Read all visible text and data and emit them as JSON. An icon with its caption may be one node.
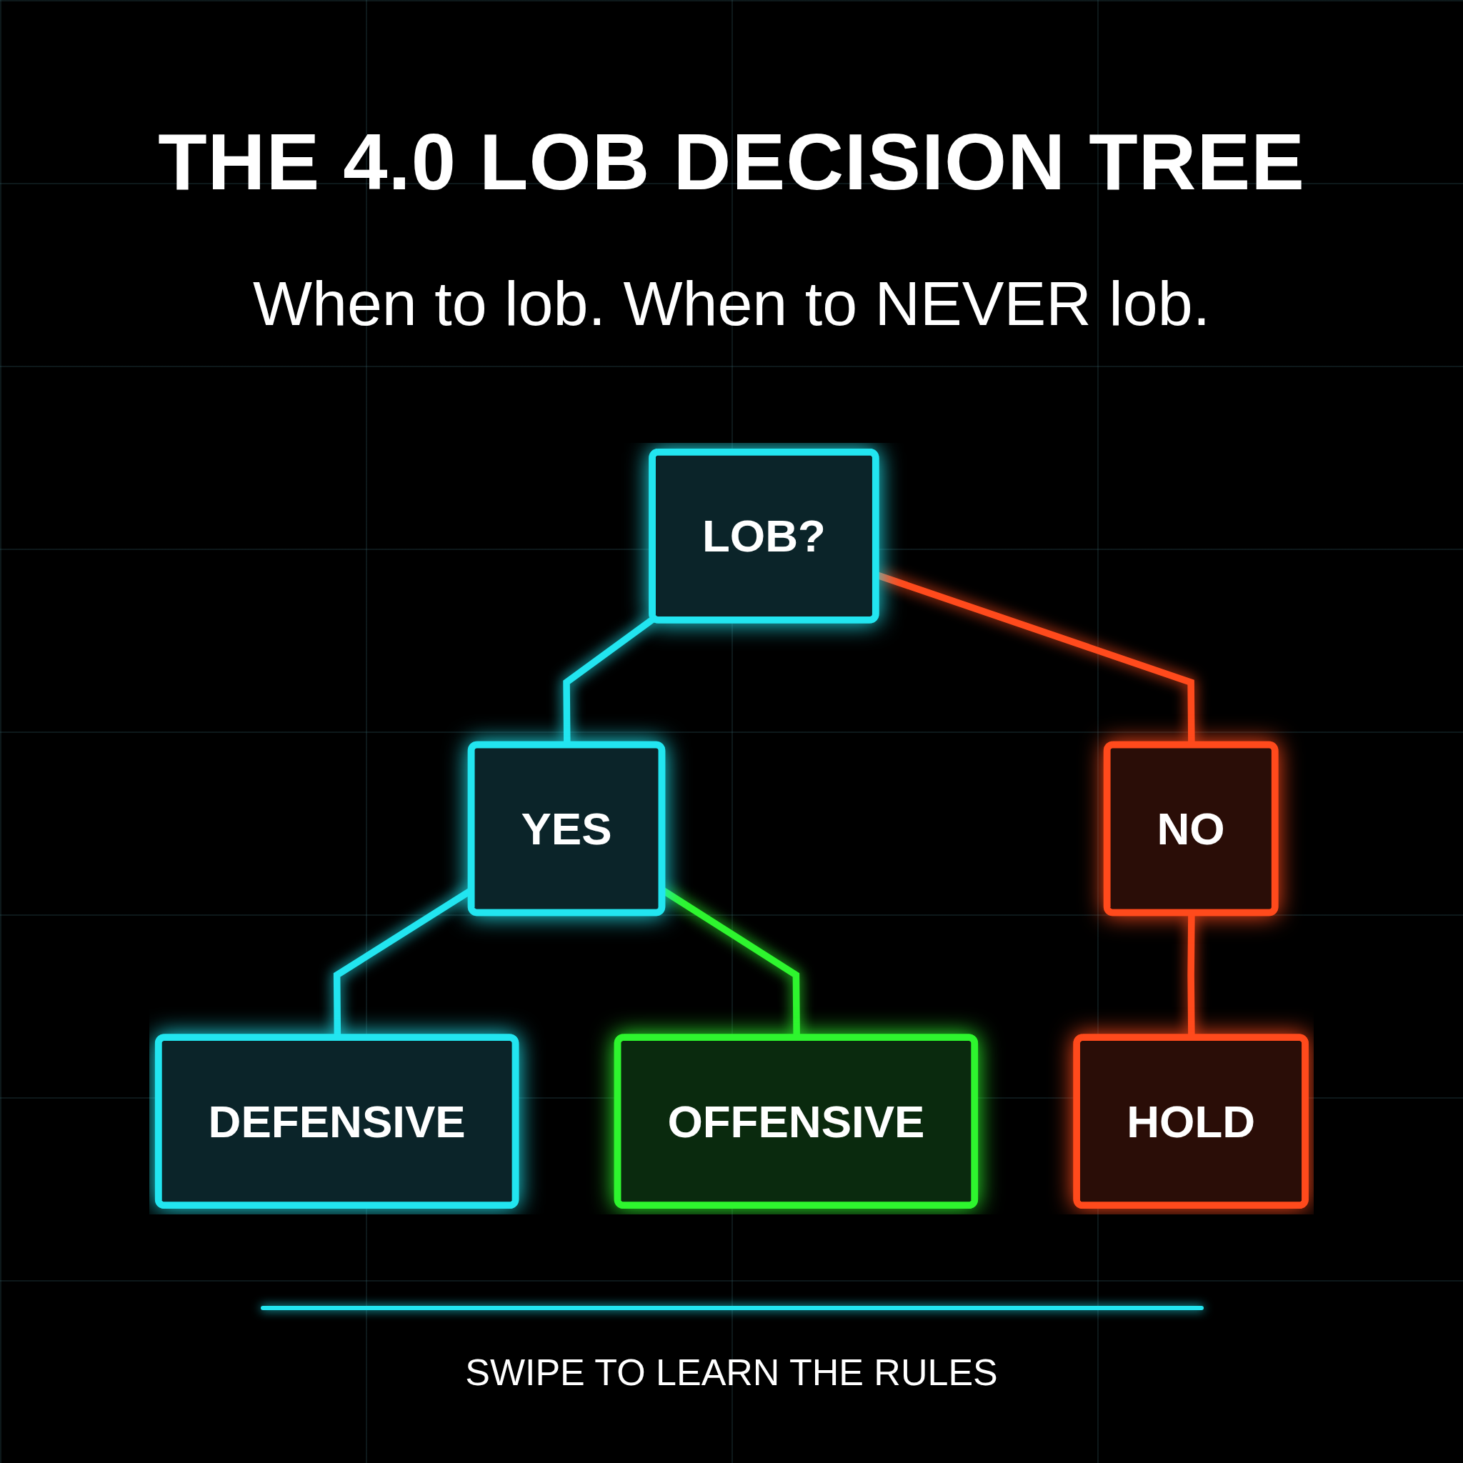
{
  "diagram": {
    "title": "THE 4.0 LOB DECISION TREE",
    "nodes": [
      {
        "text": [
          "LOB?"
        ]
      },
      {
        "text": [
          "YES"
        ]
      },
      {
        "text": [
          "NO"
        ]
      },
      {
        "text": [
          "DEFENSIVE"
        ]
      },
      {
        "text": [
          "OFFENSIVE"
        ]
      },
      {
        "text": [
          "HOLD"
        ]
      }
    ],
    "edges": [
      {
        "from": 0,
        "to": 1,
        "arrow": "none",
        "color": "#22e5f0"
      },
      {
        "from": 0,
        "to": 2,
        "arrow": "none",
        "color": "#ff4a1c"
      },
      {
        "from": 1,
        "to": 3,
        "arrow": "none",
        "color": "#22e5f0"
      },
      {
        "from": 1,
        "to": 4,
        "arrow": "none",
        "color": "#2ef52e"
      },
      {
        "from": 2,
        "to": 5,
        "arrow": "none",
        "color": "#ff4a1c"
      }
    ],
    "labels": [
      "When to lob. When to NEVER lob.",
      "SWIPE TO LEARN THE RULES"
    ]
  }
}
